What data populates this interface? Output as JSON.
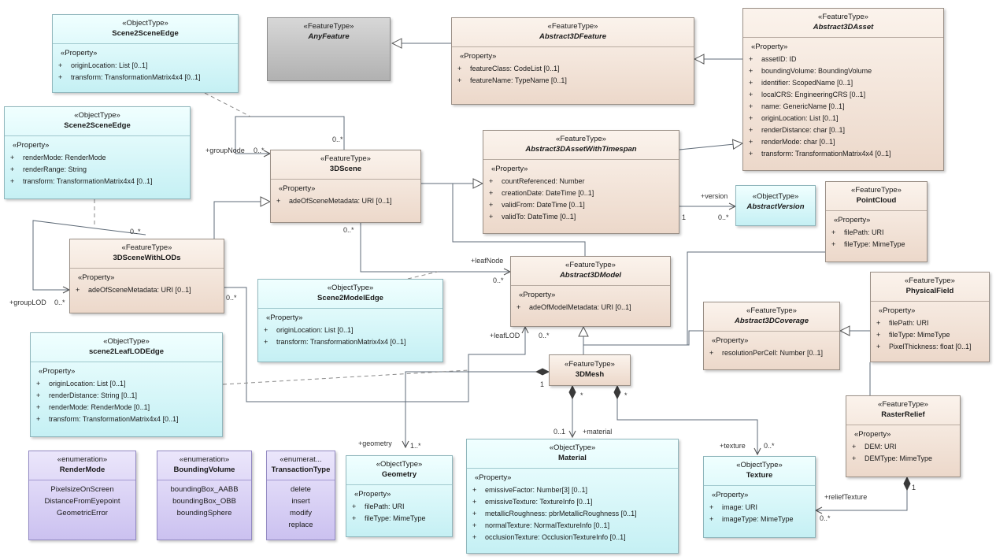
{
  "boxes": {
    "anyFeature": {
      "stereo": "«FeatureType»",
      "name": "AnyFeature"
    },
    "abstract3DFeature": {
      "stereo": "«FeatureType»",
      "name": "Abstract3DFeature",
      "section": "«Property»",
      "attrs": [
        "featureClass: CodeList [0..1]",
        "featureName: TypeName [0..1]"
      ]
    },
    "abstract3DAsset": {
      "stereo": "«FeatureType»",
      "name": "Abstract3DAsset",
      "section": "«Property»",
      "attrs": [
        "assetID: ID",
        "boundingVolume: BoundingVolume",
        "identifier: ScopedName [0..1]",
        "localCRS: EngineeringCRS [0..1]",
        "name: GenericName [0..1]",
        "originLocation: List [0..1]",
        "renderDistance: char [0..1]",
        "renderMode: char [0..1]",
        "transform: TransformationMatrix4x4 [0..1]"
      ]
    },
    "scene2SceneEdgeA": {
      "stereo": "«ObjectType»",
      "name": "Scene2SceneEdge",
      "section": "«Property»",
      "attrs": [
        "originLocation: List [0..1]",
        "transform: TransformationMatrix4x4 [0..1]"
      ]
    },
    "scene2SceneEdgeB": {
      "stereo": "«ObjectType»",
      "name": "Scene2SceneEdge",
      "section": "«Property»",
      "attrs": [
        "renderMode: RenderMode",
        "renderRange: String",
        "transform: TransformationMatrix4x4 [0..1]"
      ]
    },
    "scene3D": {
      "stereo": "«FeatureType»",
      "name": "3DScene",
      "section": "«Property»",
      "attrs": [
        "adeOfSceneMetadata: URI [0..1]"
      ]
    },
    "abstract3DAssetWithTimespan": {
      "stereo": "«FeatureType»",
      "name": "Abstract3DAssetWithTimespan",
      "section": "«Property»",
      "attrs": [
        "countReferenced: Number",
        "creationDate: DateTime [0..1]",
        "validFrom: DateTime [0..1]",
        "validTo: DateTime [0..1]"
      ]
    },
    "abstractVersion": {
      "stereo": "«ObjectType»",
      "name": "AbstractVersion"
    },
    "pointCloud": {
      "stereo": "«FeatureType»",
      "name": "PointCloud",
      "section": "«Property»",
      "attrs": [
        "filePath: URI",
        "fileType: MimeType"
      ]
    },
    "scene3DWithLODs": {
      "stereo": "«FeatureType»",
      "name": "3DSceneWithLODs",
      "section": "«Property»",
      "attrs": [
        "adeOfSceneMetadata: URI [0..1]"
      ]
    },
    "scene2ModelEdge": {
      "stereo": "«ObjectType»",
      "name": "Scene2ModelEdge",
      "section": "«Property»",
      "attrs": [
        "originLocation: List [0..1]",
        "transform: TransformationMatrix4x4 [0..1]"
      ]
    },
    "abstract3DModel": {
      "stereo": "«FeatureType»",
      "name": "Abstract3DModel",
      "section": "«Property»",
      "attrs": [
        "adeOfModelMetadata: URI [0..1]"
      ]
    },
    "physicalField": {
      "stereo": "«FeatureType»",
      "name": "PhysicalField",
      "section": "«Property»",
      "attrs": [
        "filePath: URI",
        "fileType: MimeType",
        "PixelThickness: float [0..1]"
      ]
    },
    "abstract3DCoverage": {
      "stereo": "«FeatureType»",
      "name": "Abstract3DCoverage",
      "section": "«Property»",
      "attrs": [
        "resolutionPerCell: Number [0..1]"
      ]
    },
    "scene2LeafLODEdge": {
      "stereo": "«ObjectType»",
      "name": "scene2LeafLODEdge",
      "section": "«Property»",
      "attrs": [
        "originLocation: List [0..1]",
        "renderDistance: String [0..1]",
        "renderMode: RenderMode [0..1]",
        "transform: TransformationMatrix4x4 [0..1]"
      ]
    },
    "mesh3D": {
      "stereo": "«FeatureType»",
      "name": "3DMesh"
    },
    "rasterRelief": {
      "stereo": "«FeatureType»",
      "name": "RasterRelief",
      "section": "«Property»",
      "attrs": [
        "DEM: URI",
        "DEMType: MimeType"
      ]
    },
    "renderMode": {
      "stereo": "«enumeration»",
      "name": "RenderMode",
      "literals": [
        "PixelsizeOnScreen",
        "DistanceFromEyepoint",
        "GeometricError"
      ]
    },
    "boundingVolume": {
      "stereo": "«enumeration»",
      "name": "BoundingVolume",
      "literals": [
        "boundingBox_AABB",
        "boundingBox_OBB",
        "boundingSphere"
      ]
    },
    "transactionType": {
      "stereo": "«enumerat...",
      "name": "TransactionType",
      "literals": [
        "delete",
        "insert",
        "modify",
        "replace"
      ]
    },
    "geometry": {
      "stereo": "«ObjectType»",
      "name": "Geometry",
      "section": "«Property»",
      "attrs": [
        "filePath: URI",
        "fileType: MimeType"
      ]
    },
    "material": {
      "stereo": "«ObjectType»",
      "name": "Material",
      "section": "«Property»",
      "attrs": [
        "emissiveFactor: Number[3] [0..1]",
        "emissiveTexture: TextureInfo [0..1]",
        "metallicRoughness: pbrMetallicRoughness [0..1]",
        "normalTexture: NormalTextureInfo [0..1]",
        "occlusionTexture: OcclusionTextureInfo [0..1]"
      ]
    },
    "texture": {
      "stereo": "«ObjectType»",
      "name": "Texture",
      "section": "«Property»",
      "attrs": [
        "image: URI",
        "imageType: MimeType"
      ]
    }
  },
  "visibility_marker": "+",
  "labels": {
    "groupNode": "+groupNode",
    "groupNodeMult": "0..*",
    "groupNodeTargetMult": "0..*",
    "lodSourceMult": "0..*",
    "groupLOD": "+groupLOD",
    "groupLODMult": "0..*",
    "version": "+version",
    "versionSourceMult": "1",
    "versionMult": "0..*",
    "leafNodeSourceMult": "0..*",
    "leafNode": "+leafNode",
    "leafNodeMult": "0..*",
    "leafLODSourceMult": "0..*",
    "leafLOD": "+leafLOD",
    "leafLODMult": "0..*",
    "meshOne": "1",
    "geometry": "+geometry",
    "geometryMult": "1..*",
    "meshStarMaterial": "*",
    "materialMult": "0..1",
    "material": "+material",
    "meshStarTexture": "*",
    "texture": "+texture",
    "textureMult": "0..*",
    "reliefTexture": "+reliefTexture",
    "reliefTextureMult": "0..*",
    "rasterOne": "1"
  }
}
